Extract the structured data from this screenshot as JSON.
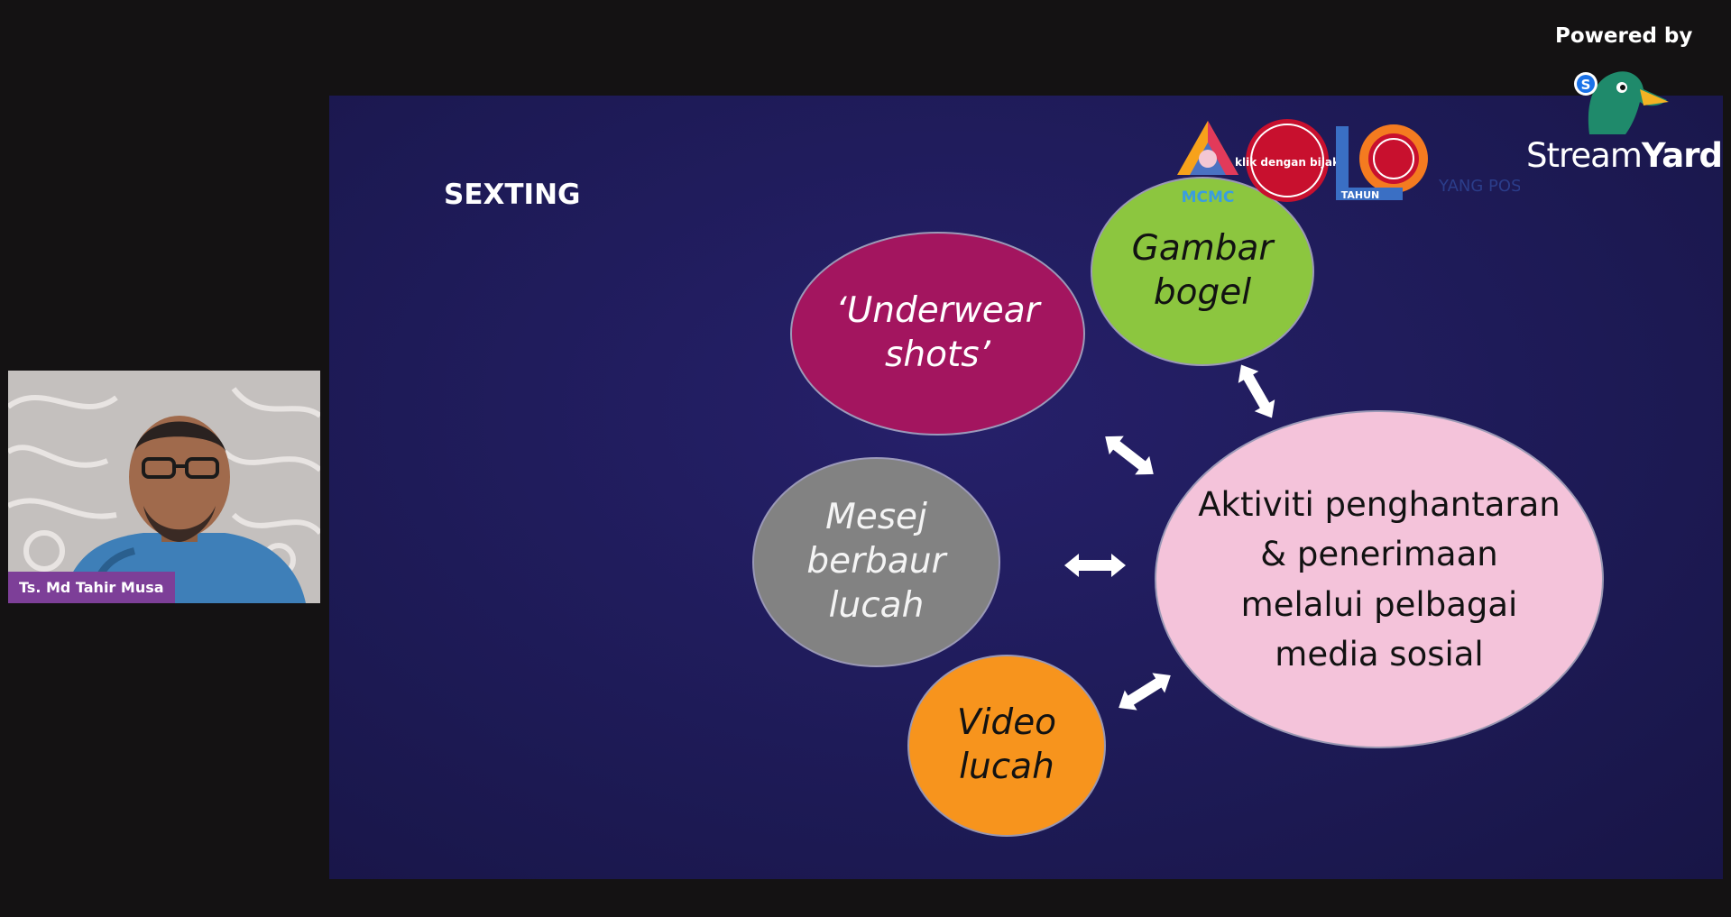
{
  "slide": {
    "title": "SEXTING",
    "bubbles": {
      "underwear": "‘Underwear\nshots’",
      "gambar": "Gambar\nbogel",
      "mesej": "Mesej\nberbaur\nlucah",
      "video": "Video\nlucah",
      "aktiviti": "Aktiviti penghantaran\n& penerimaan\nmelalui pelbagai\nmedia sosial"
    },
    "logos": {
      "mcmc": "MCMC",
      "klik_bijak": "klik dengan bijak",
      "tahun": "TAHUN",
      "tagline": "YANG POSITIF"
    }
  },
  "overlay": {
    "powered_by": "Powered by",
    "brand_stream": "Stream",
    "brand_yard": "Yard",
    "badge_letter": "S"
  },
  "participant": {
    "name": "Ts. Md Tahir Musa"
  },
  "colors": {
    "slide_bg": "#1d1a55",
    "underwear": "#a3155f",
    "gambar": "#8cc63f",
    "mesej": "#828282",
    "video": "#f7941d",
    "aktiviti": "#f4c3da",
    "name_tag": "#7d3f98"
  }
}
